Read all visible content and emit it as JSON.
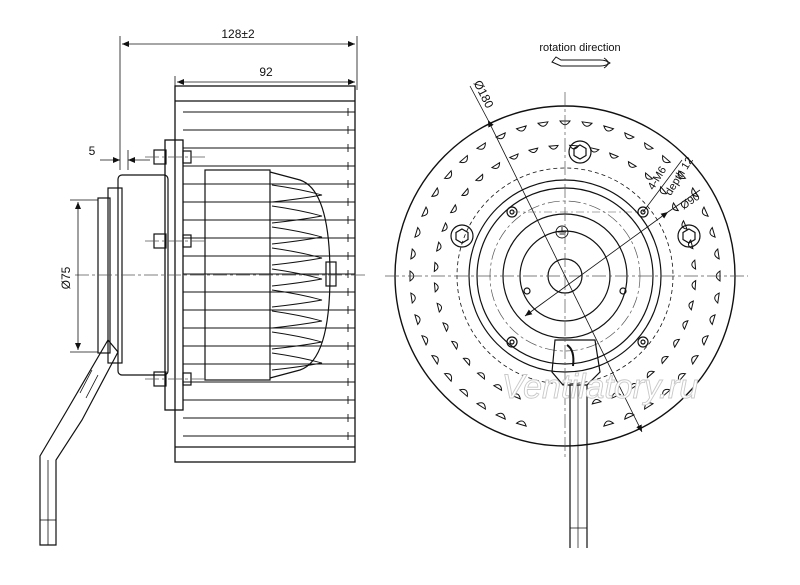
{
  "dimensions": {
    "overall_length": "128±2",
    "impeller_length": "92",
    "flange_offset": "5",
    "hub_diameter": "Ø75",
    "impeller_diameter": "Ø180",
    "mount_thread": "4-M6",
    "thread_depth": "depth 12",
    "bolt_circle": "Ø90"
  },
  "labels": {
    "rotation": "rotation direction"
  },
  "watermark": "Ventilatory.ru",
  "colors": {
    "line": "#111111",
    "centerline": "#555555",
    "watermark_stroke": "#c9c9c9"
  }
}
